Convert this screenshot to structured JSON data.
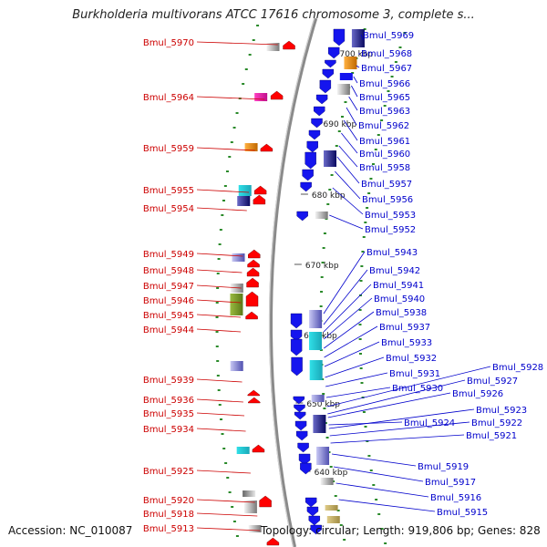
{
  "title": "Burkholderia multivorans ATCC 17616 chromosome 3, complete s...",
  "footer": {
    "accession": "Accession: NC_010087",
    "topology": "Topology: circular; Length: 919,806 bp; Genes: 828"
  },
  "colors": {
    "left_label": "#cc0000",
    "right_label": "#0000cc",
    "forward_gene": "#ff0000",
    "reverse_gene": "#1515ee",
    "backbone": "#8a8a8a",
    "tick_marks": "#2a8a2a"
  },
  "scale_ticks": [
    "700 kbp",
    "690 kbp",
    "680 kbp",
    "670 kbp",
    "660 kbp",
    "650 kbp",
    "640 kbp"
  ],
  "left_labels": [
    "Bmul_5970",
    "Bmul_5964",
    "Bmul_5959",
    "Bmul_5955",
    "Bmul_5954",
    "Bmul_5949",
    "Bmul_5948",
    "Bmul_5947",
    "Bmul_5946",
    "Bmul_5945",
    "Bmul_5944",
    "Bmul_5939",
    "Bmul_5936",
    "Bmul_5935",
    "Bmul_5934",
    "Bmul_5925",
    "Bmul_5920",
    "Bmul_5918",
    "Bmul_5913"
  ],
  "right_labels": [
    "Bmul_5969",
    "Bmul_5968",
    "Bmul_5967",
    "Bmul_5966",
    "Bmul_5965",
    "Bmul_5963",
    "Bmul_5962",
    "Bmul_5961",
    "Bmul_5960",
    "Bmul_5958",
    "Bmul_5957",
    "Bmul_5956",
    "Bmul_5953",
    "Bmul_5952",
    "Bmul_5943",
    "Bmul_5942",
    "Bmul_5941",
    "Bmul_5940",
    "Bmul_5938",
    "Bmul_5937",
    "Bmul_5933",
    "Bmul_5932",
    "Bmul_5931",
    "Bmul_5930",
    "Bmul_5928",
    "Bmul_5927",
    "Bmul_5926",
    "Bmul_5924",
    "Bmul_5923",
    "Bmul_5922",
    "Bmul_5921",
    "Bmul_5919",
    "Bmul_5917",
    "Bmul_5916",
    "Bmul_5915"
  ]
}
